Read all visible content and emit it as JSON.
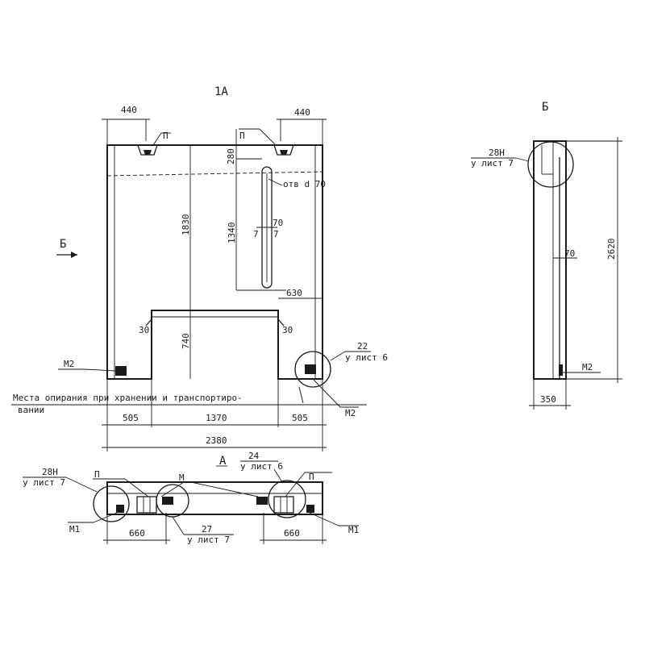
{
  "view_titles": {
    "main": "1А",
    "side": "Б",
    "bottom": "А"
  },
  "section_arrow": "Б",
  "front_view": {
    "dims": {
      "top_left": "440",
      "top_right": "440",
      "height_top": "280",
      "height_total": "1830",
      "slot_height": "1340",
      "slot_width": "70",
      "slot_offset": "630",
      "opening_height": "740",
      "chamfer_left": "30",
      "chamfer_right": "30",
      "bottom_left": "505",
      "bottom_mid": "1370",
      "bottom_right": "505",
      "overall": "2380"
    },
    "labels": {
      "hole": "отв d 70",
      "loop_left": "П",
      "loop_right": "П",
      "mark_left": "М2",
      "mark_right": "М2",
      "detail_num": "22",
      "detail_ref": "у лист 6",
      "section_mark": "7",
      "support_note_line1": "Места опирания при хранении и транспортиро-",
      "support_note_line2": "вании"
    }
  },
  "side_view": {
    "dims": {
      "height": "2620",
      "width": "350",
      "slot_width": "70"
    },
    "labels": {
      "detail_num": "28Н",
      "detail_ref": "у лист 7",
      "mark": "М2"
    }
  },
  "plan_view": {
    "dims": {
      "left": "660",
      "right": "660"
    },
    "labels": {
      "detail_left_num": "28Н",
      "detail_left_ref": "у лист 7",
      "detail_top_num": "24",
      "detail_top_ref": "у лист 6",
      "detail_bottom_num": "27",
      "detail_bottom_ref": "у лист 7",
      "loop_left": "П",
      "loop_right": "П",
      "mark_mid": "М",
      "mark_left": "М1",
      "mark_right": "М1"
    }
  }
}
